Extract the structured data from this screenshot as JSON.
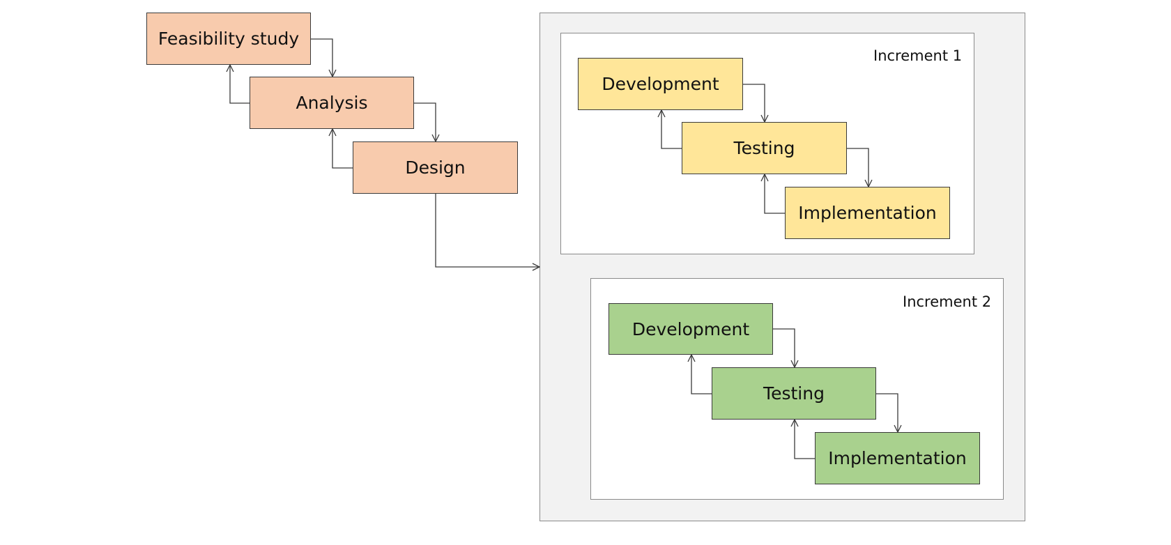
{
  "waterfall": {
    "stages": [
      "Feasibility study",
      "Analysis",
      "Design"
    ]
  },
  "increments": [
    {
      "label": "Increment 1",
      "stages": [
        "Development",
        "Testing",
        "Implementation"
      ],
      "color": "#ffe699"
    },
    {
      "label": "Increment 2",
      "stages": [
        "Development",
        "Testing",
        "Implementation"
      ],
      "color": "#a9d18e"
    }
  ],
  "colors": {
    "waterfall": "#f8cbad",
    "outer_container": "#f2f2f2",
    "border": "#3a3a3a"
  }
}
